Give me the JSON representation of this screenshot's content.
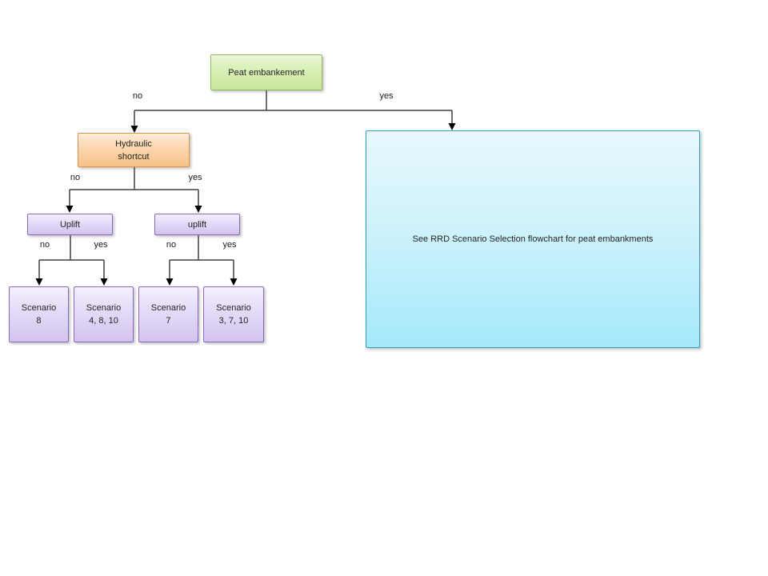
{
  "flowchart": {
    "nodes": {
      "peat_embankment": {
        "label": "Peat embankement"
      },
      "hydraulic_shortcut": {
        "label": "Hydraulic\nshortcut"
      },
      "uplift_left": {
        "label": "Uplift"
      },
      "uplift_right": {
        "label": "uplift"
      },
      "scenario_8": {
        "label": "Scenario\n8"
      },
      "scenario_4_8_10": {
        "label": "Scenario\n4, 8, 10"
      },
      "scenario_7": {
        "label": "Scenario\n7"
      },
      "scenario_3_7_10": {
        "label": "Scenario\n3, 7, 10"
      },
      "rrd_reference": {
        "label": "See RRD Scenario Selection flowchart for peat embankments"
      }
    },
    "edge_labels": {
      "peat_no": "no",
      "peat_yes": "yes",
      "hydraulic_no": "no",
      "hydraulic_yes": "yes",
      "uplift_left_no": "no",
      "uplift_left_yes": "yes",
      "uplift_right_no": "no",
      "uplift_right_yes": "yes"
    },
    "colors": {
      "green_node_border": "#94b75a",
      "green_node_fill": "#c9e69b",
      "orange_node_border": "#e0914b",
      "orange_node_fill": "#f7c187",
      "purple_node_border": "#8b68c8",
      "purple_node_fill": "#d2c3ee",
      "cyan_node_border": "#2da2c6",
      "cyan_node_fill": "#a5e9fb",
      "connector_line": "#404040",
      "arrowhead": "#000000"
    }
  }
}
